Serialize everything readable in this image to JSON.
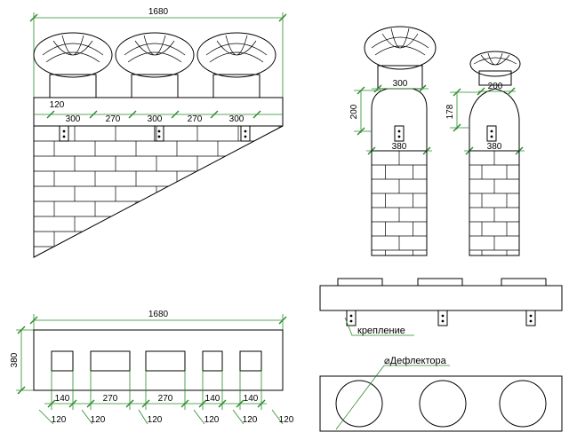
{
  "colors": {
    "line": "#000000",
    "dimension": "#2a8a2a",
    "hatch": "#000000"
  },
  "front_view": {
    "width_label": "1680",
    "left_margin_label": "120",
    "segment_labels": [
      "300",
      "270",
      "300",
      "270",
      "300"
    ]
  },
  "side_view_large": {
    "deflector_label": "300",
    "height_label": "200",
    "base_label": "380"
  },
  "side_view_small": {
    "deflector_label": "200",
    "height_label": "178",
    "base_label": "380"
  },
  "plan_view": {
    "width_label": "1680",
    "height_label": "380",
    "opening_labels": [
      "140",
      "270",
      "270",
      "140",
      "140"
    ],
    "gap_labels": [
      "120",
      "120",
      "120",
      "120",
      "120",
      "120"
    ]
  },
  "section_view": {
    "callout_label": "крепление"
  },
  "holes_view": {
    "callout_label": "⌀Дефлектора"
  }
}
